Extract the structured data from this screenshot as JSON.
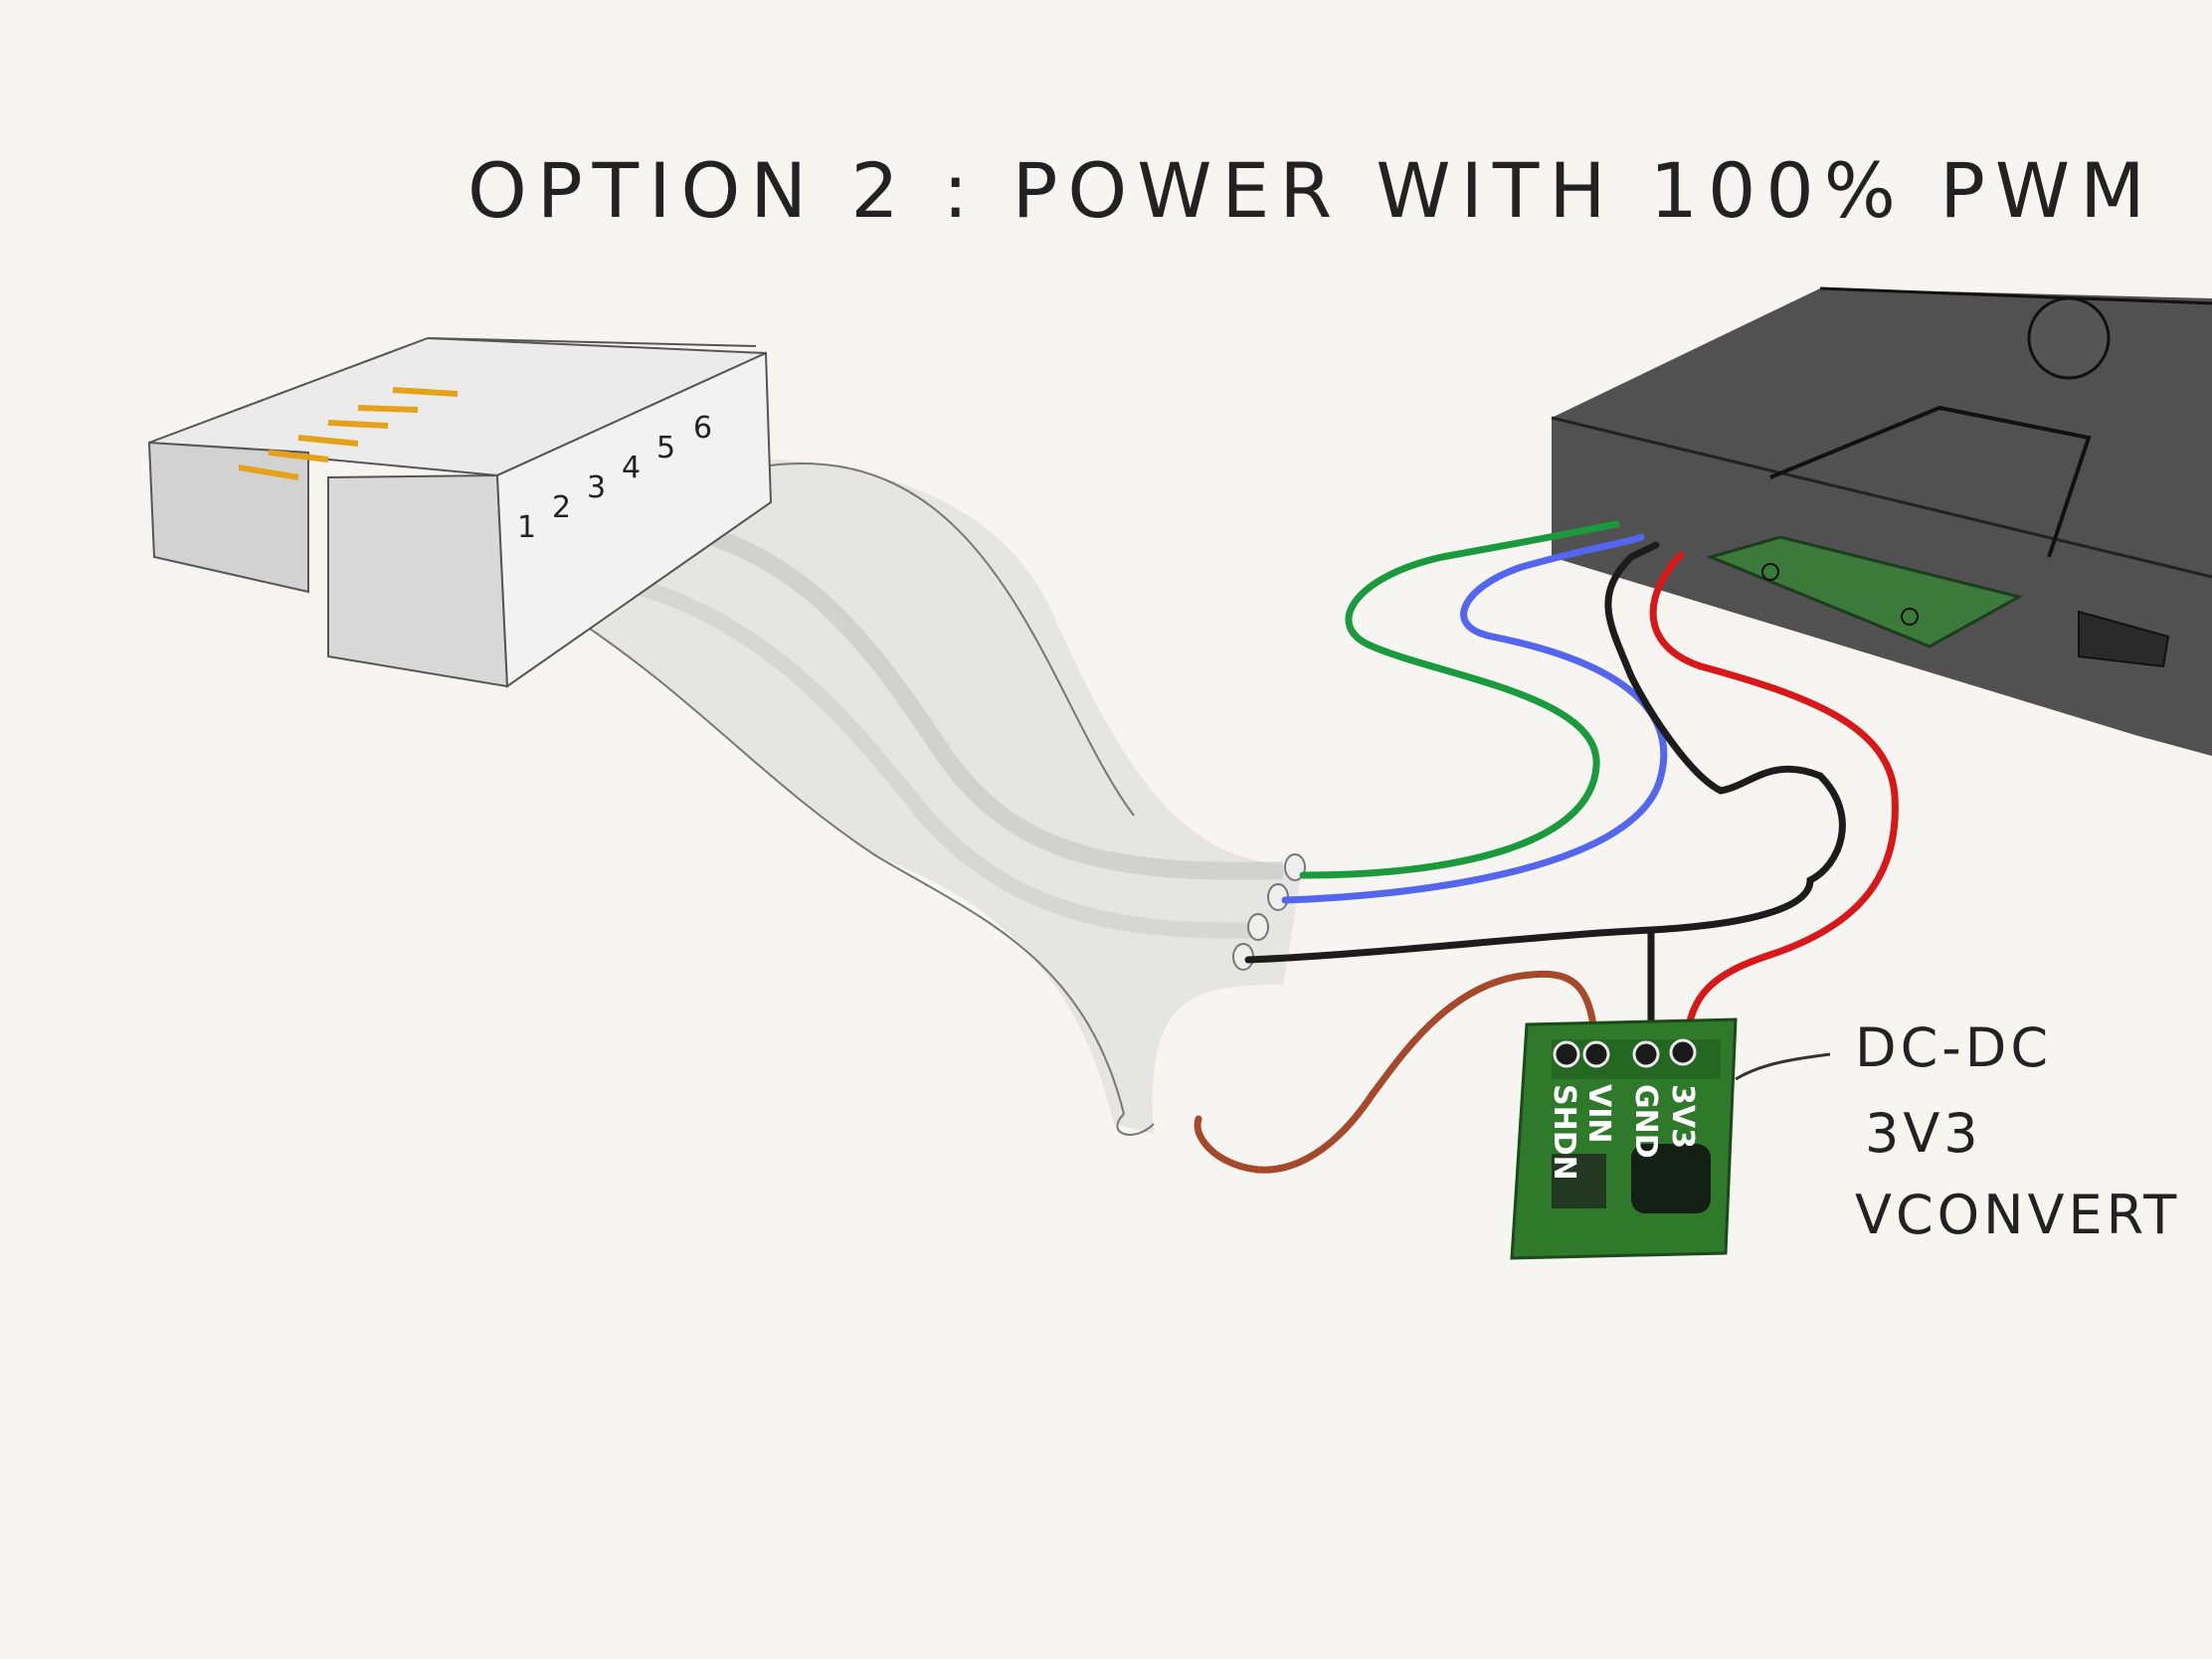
{
  "title": "OPTION 2 : POWER WITH 100% PWM",
  "connector": {
    "pins": [
      "1",
      "2",
      "3",
      "4",
      "5",
      "6"
    ]
  },
  "module": {
    "pin_labels": [
      "SHDN",
      "VIN",
      "GND",
      "3V3"
    ],
    "caption_lines": [
      "DC-DC",
      "3V3",
      "VCONVERT"
    ]
  },
  "colors": {
    "green_wire": "#1a9a3c",
    "blue_wire": "#5566ee",
    "black_wire": "#1c1c1c",
    "red_wire": "#d81818",
    "brown_wire": "#a4492a",
    "pcb": "#2f7a2a",
    "pin_gold": "#e3a21a",
    "background": "#f6f5f1"
  }
}
